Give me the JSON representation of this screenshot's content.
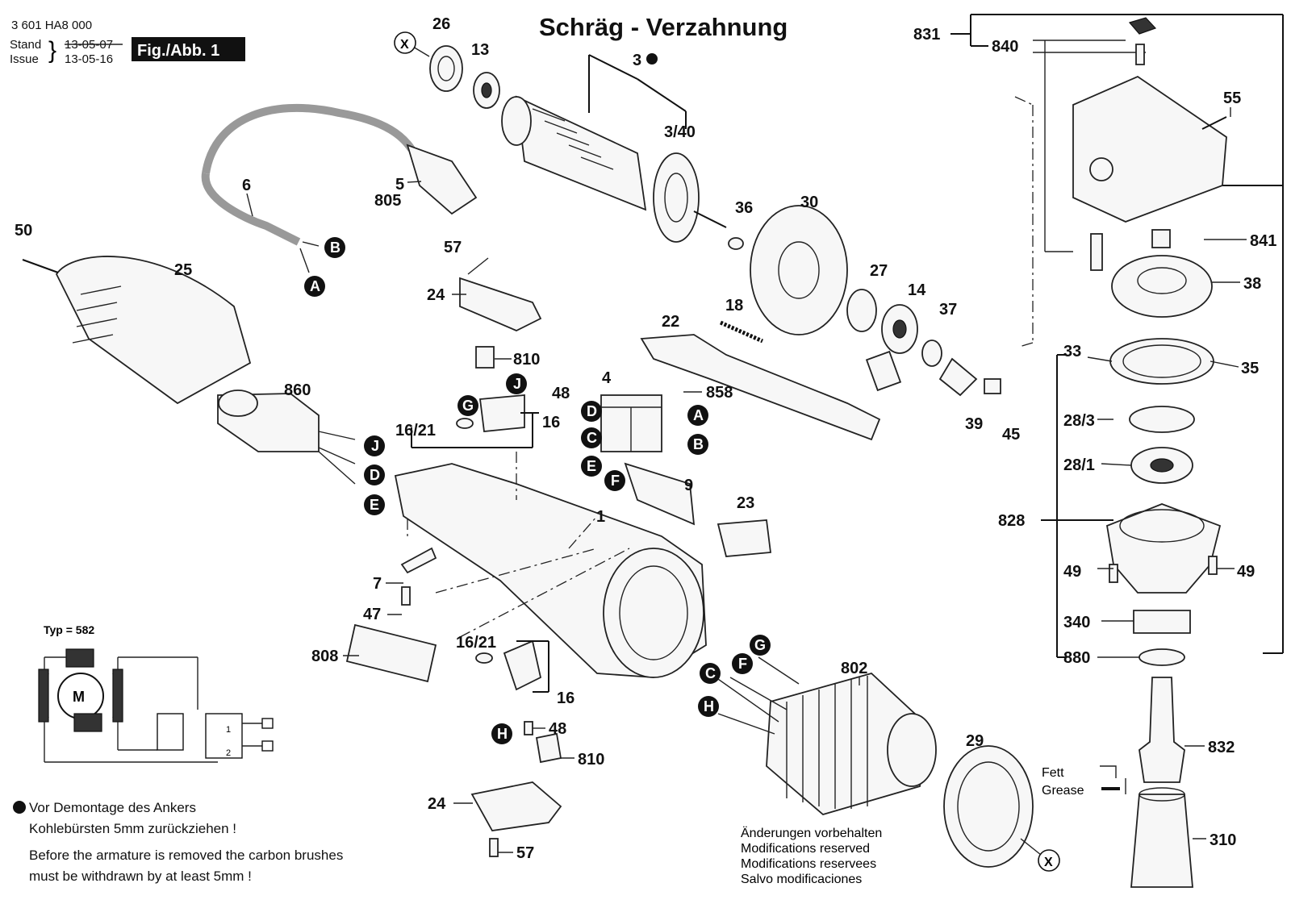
{
  "header": {
    "doc_number": "3 601 HA8 000",
    "stand_label": "Stand",
    "issue_label": "Issue",
    "stand_date": "13-05-07",
    "issue_date": "13-05-16",
    "fig_label": "Fig./Abb. 1",
    "title": "Schräg - Verzahnung"
  },
  "part_labels": {
    "p26": "26",
    "p13": "13",
    "p3": "3",
    "p3_40": "3/40",
    "p6": "6",
    "p5": "5",
    "p805": "805",
    "p36": "36",
    "p30": "30",
    "p50": "50",
    "p25": "25",
    "p57a": "57",
    "p24a": "24",
    "p810a": "810",
    "p48a": "48",
    "p860": "860",
    "p16_21a": "16/21",
    "p16a": "16",
    "p4": "4",
    "p858": "858",
    "p22": "22",
    "p18": "18",
    "p27": "27",
    "p14": "14",
    "p37": "37",
    "p39": "39",
    "p45": "45",
    "p9": "9",
    "p23": "23",
    "p1": "1",
    "p7": "7",
    "p47": "47",
    "p808": "808",
    "p16_21b": "16/21",
    "p16b": "16",
    "p48b": "48",
    "p810b": "810",
    "p24b": "24",
    "p57b": "57",
    "p802": "802",
    "p29": "29",
    "p831": "831",
    "p840": "840",
    "p55": "55",
    "p841": "841",
    "p38": "38",
    "p33": "33",
    "p35": "35",
    "p28_3": "28/3",
    "p28_1": "28/1",
    "p828": "828",
    "p49a": "49",
    "p49b": "49",
    "p340": "340",
    "p880": "880",
    "p832": "832",
    "p310": "310"
  },
  "connectors": {
    "A": "A",
    "B": "B",
    "C": "C",
    "D": "D",
    "E": "E",
    "F": "F",
    "G": "G",
    "H": "H",
    "J": "J",
    "X": "X"
  },
  "schematic": {
    "type_label": "Typ = 582",
    "motor_label": "M",
    "switch_1": "1",
    "switch_2": "2"
  },
  "notes": {
    "de_1": "Vor Demontage des Ankers",
    "de_2": "Kohlebürsten 5mm zurückziehen !",
    "en_1": "Before the armature is removed the carbon brushes",
    "en_2": "must be withdrawn by at least 5mm !"
  },
  "grease": {
    "fett": "Fett",
    "grease": "Grease"
  },
  "modifications": {
    "de": "Änderungen vorbehalten",
    "en": "Modifications reserved",
    "fr": "Modifications reservees",
    "es": "Salvo modificaciones"
  }
}
